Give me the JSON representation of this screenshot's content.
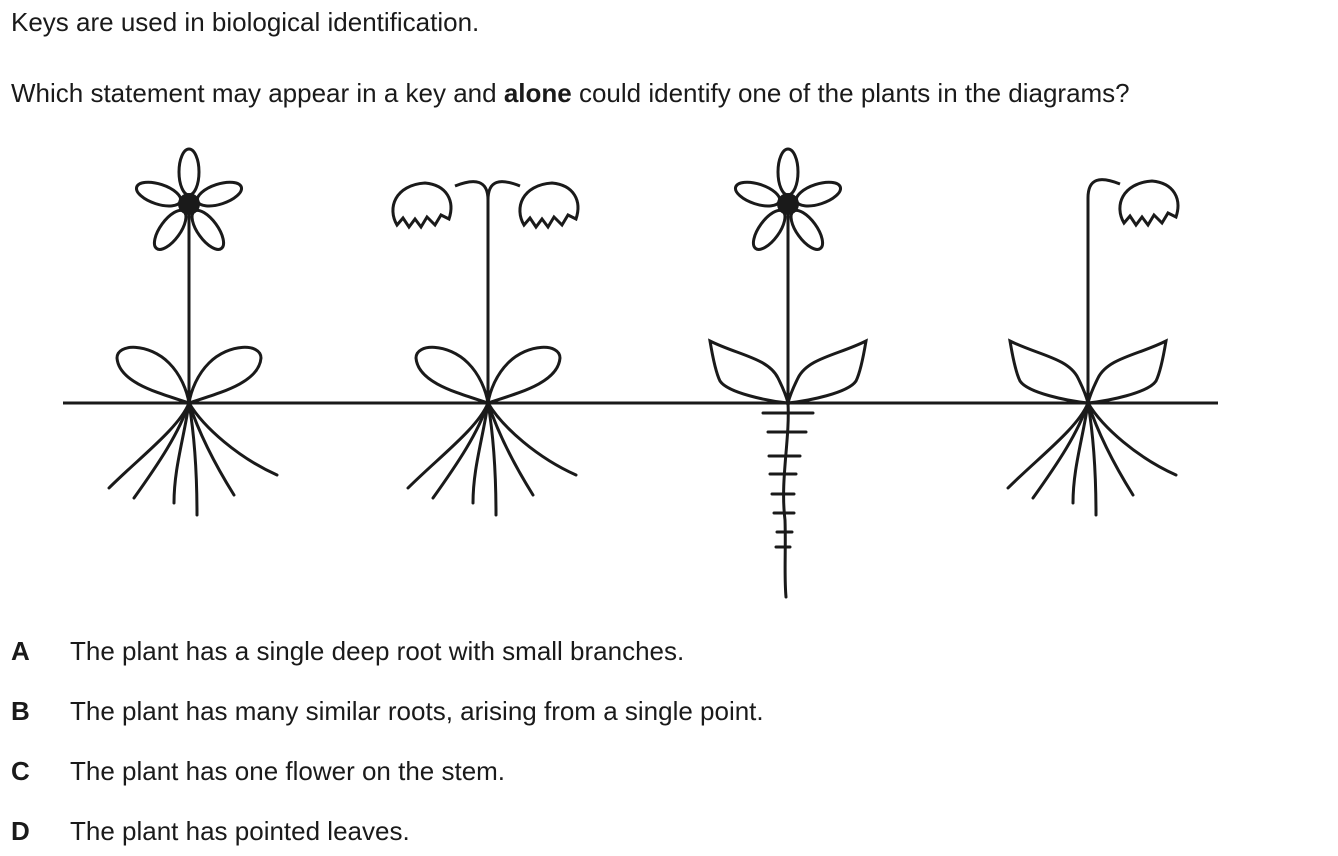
{
  "intro": "Keys are used in biological identification.",
  "question": {
    "before": "Which statement may appear in a key and ",
    "bold": "alone",
    "after": " could identify one of the plants in the diagrams?"
  },
  "diagram": {
    "plants": [
      {
        "flower": "open-petal-flower",
        "leaves": "rounded",
        "roots": "fibrous"
      },
      {
        "flower": "two-bell-flowers",
        "leaves": "rounded",
        "roots": "fibrous"
      },
      {
        "flower": "open-petal-flower",
        "leaves": "pointed",
        "roots": "tap-root-with-small-branches"
      },
      {
        "flower": "one-bell-flower",
        "leaves": "pointed",
        "roots": "fibrous"
      }
    ]
  },
  "options": [
    {
      "letter": "A",
      "text": "The plant has a single deep root with small branches."
    },
    {
      "letter": "B",
      "text": "The plant has many similar roots, arising from a single point."
    },
    {
      "letter": "C",
      "text": "The plant has one flower on the stem."
    },
    {
      "letter": "D",
      "text": "The plant has pointed leaves."
    }
  ]
}
